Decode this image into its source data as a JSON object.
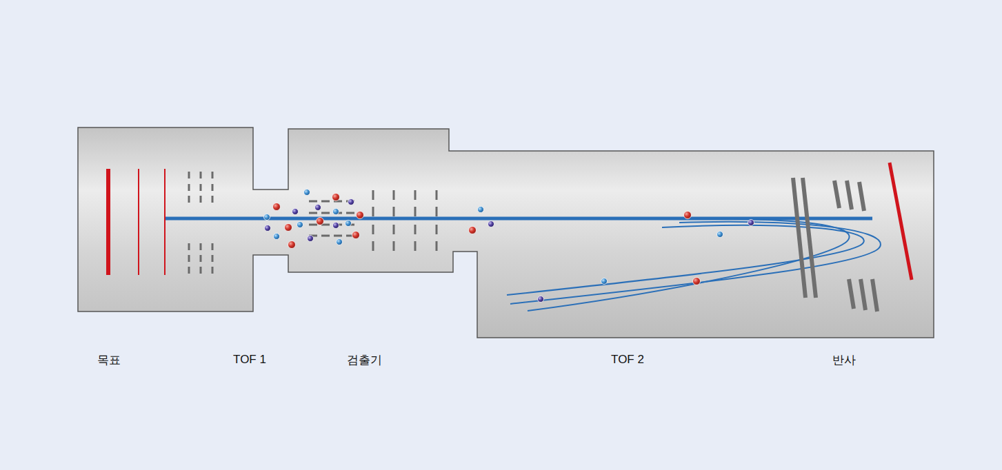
{
  "diagram": {
    "labels": [
      "목표",
      "TOF 1",
      "검출기",
      "TOF 2",
      "반사"
    ]
  }
}
